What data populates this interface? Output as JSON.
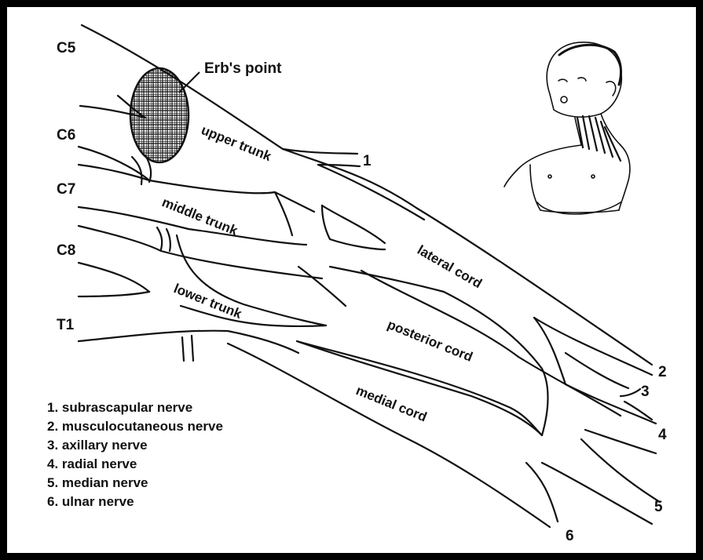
{
  "roots": [
    "C5",
    "C6",
    "C7",
    "C8",
    "T1"
  ],
  "erb_label": "Erb's point",
  "trunks": {
    "upper": "upper trunk",
    "middle": "middle trunk",
    "lower": "lower trunk"
  },
  "cords": {
    "lateral": "lateral cord",
    "posterior": "posterior cord",
    "medial": "medial cord"
  },
  "branch_numbers": [
    "1",
    "2",
    "3",
    "4",
    "5",
    "6"
  ],
  "legend": [
    "1.  subrascapular nerve",
    "2.  musculocutaneous nerve",
    "3.  axillary nerve",
    "4.  radial nerve",
    "5.  median nerve",
    "6.  ulnar nerve"
  ],
  "colors": {
    "frame": "#000000",
    "background": "#ffffff",
    "ink": "#111111"
  },
  "icons": [
    "infant-figure-icon",
    "erbs-point-hatched-oval-icon"
  ]
}
